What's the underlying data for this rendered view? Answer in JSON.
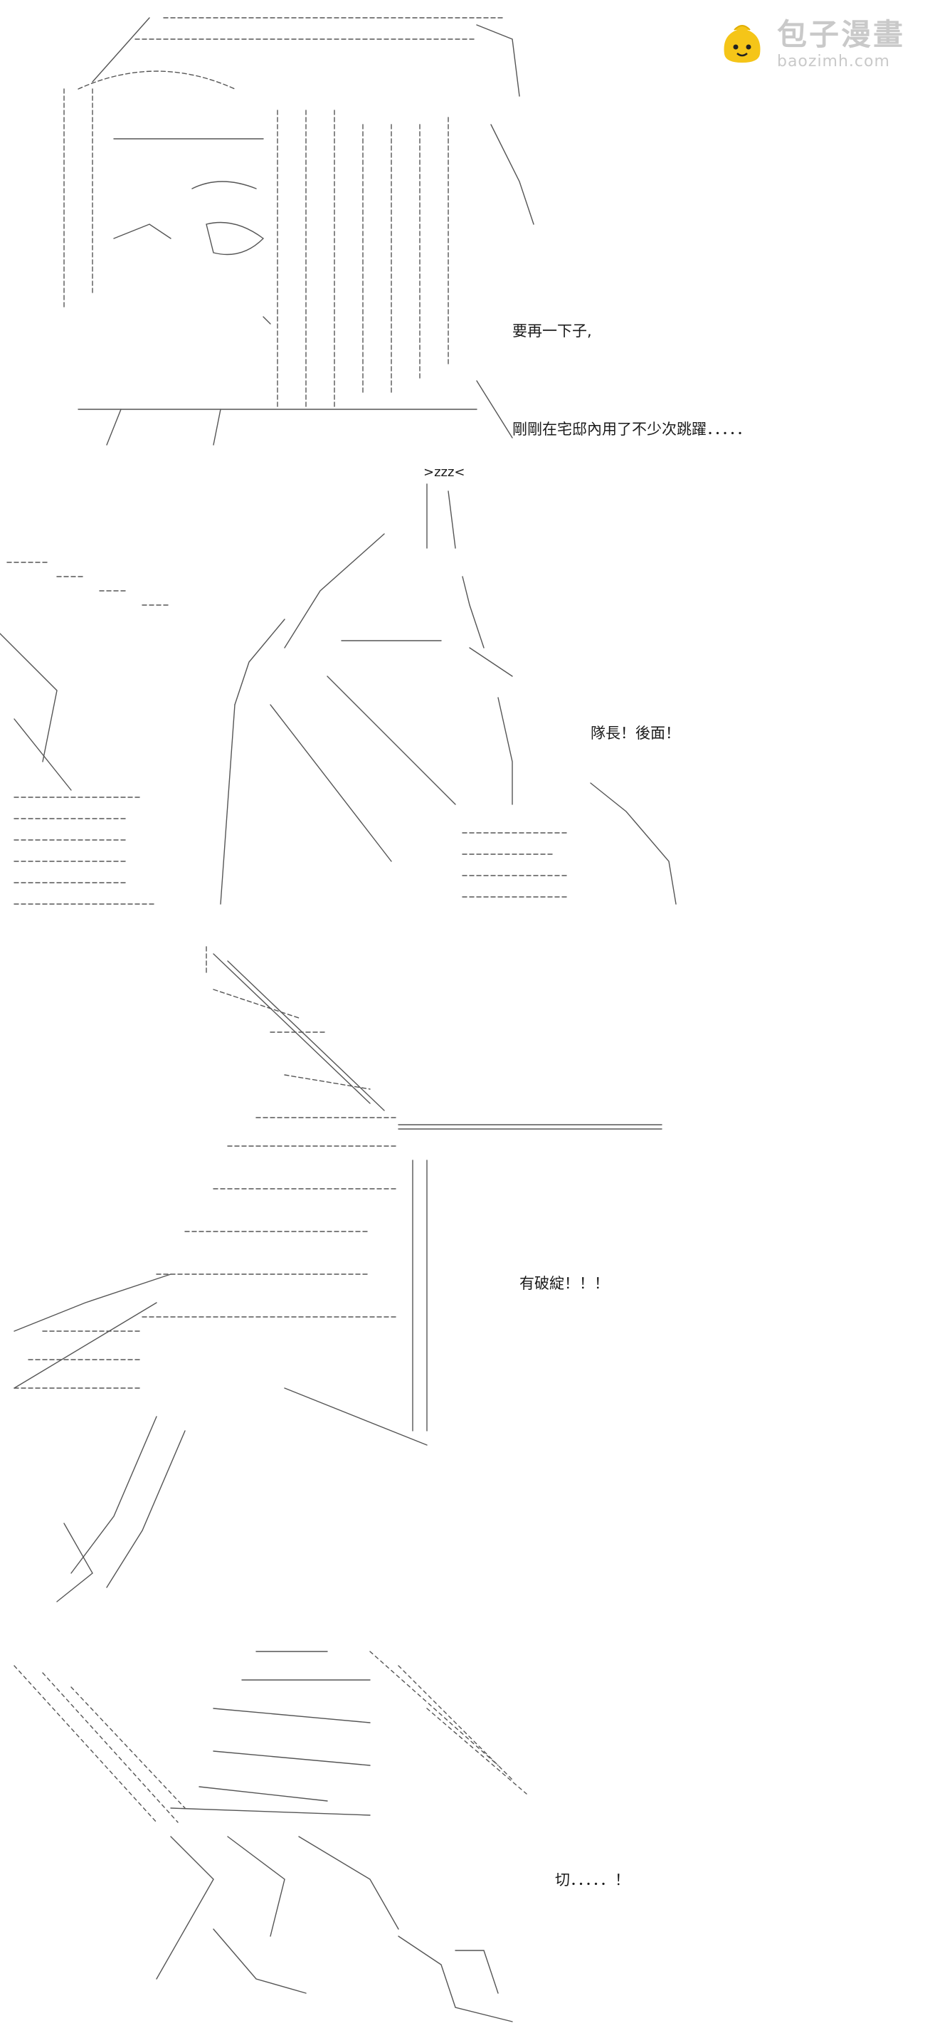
{
  "watermark": {
    "title": "包子漫畫",
    "url": "baozimh.com",
    "logo_icon": "bun-face-icon",
    "logo_color": "#f5c518"
  },
  "panels": [
    {
      "art_icon": "character-face-ascii-art-icon",
      "lines": [
        "要再一下子,",
        "剛剛在宅邸內用了不少次跳躍．．．．．"
      ]
    },
    {
      "art_icon": "sleeping-figure-attack-ascii-art-icon",
      "sfx": ">zzz<",
      "lines": [
        "隊長！後面！"
      ]
    },
    {
      "art_icon": "sword-wielder-ascii-art-icon",
      "lines": [
        "有破綻！！！"
      ]
    },
    {
      "art_icon": "falling-figure-ascii-art-icon",
      "lines": [
        "切．．．．．！"
      ]
    }
  ]
}
